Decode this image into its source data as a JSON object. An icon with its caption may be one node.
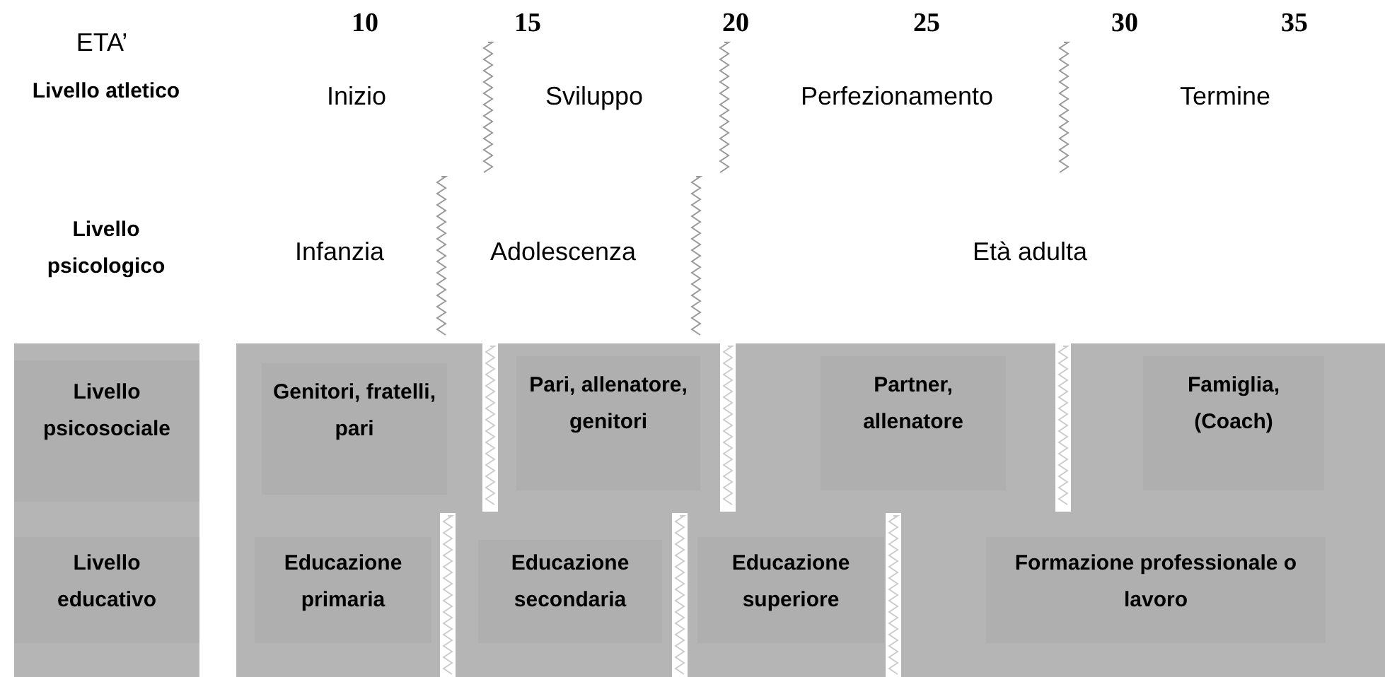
{
  "diagram": {
    "nodes": [
      {
        "text": [
          "Livello psicosociale"
        ]
      },
      {
        "text": [
          "Genitori, fratelli, pari"
        ]
      },
      {
        "text": [
          "Pari, allenatore, genitori"
        ]
      },
      {
        "text": [
          "Partner, allenatore"
        ]
      },
      {
        "text": [
          "Famiglia, (Coach)"
        ]
      },
      {
        "text": [
          "Livello educativo"
        ]
      },
      {
        "text": [
          "Educazione primaria"
        ]
      },
      {
        "text": [
          "Educazione secondaria"
        ]
      },
      {
        "text": [
          "Educazione superiore"
        ]
      },
      {
        "text": [
          "Formazione professionale o lavoro"
        ]
      }
    ],
    "labels": [
      "10",
      "15",
      "20",
      "25",
      "30",
      "35",
      "ETA’",
      "Livello atletico",
      "Inizio",
      "Sviluppo",
      "Perfezionamento",
      "Termine",
      "Livello psicologico",
      "Infanzia",
      "Adolescenza",
      "Età adulta"
    ]
  }
}
